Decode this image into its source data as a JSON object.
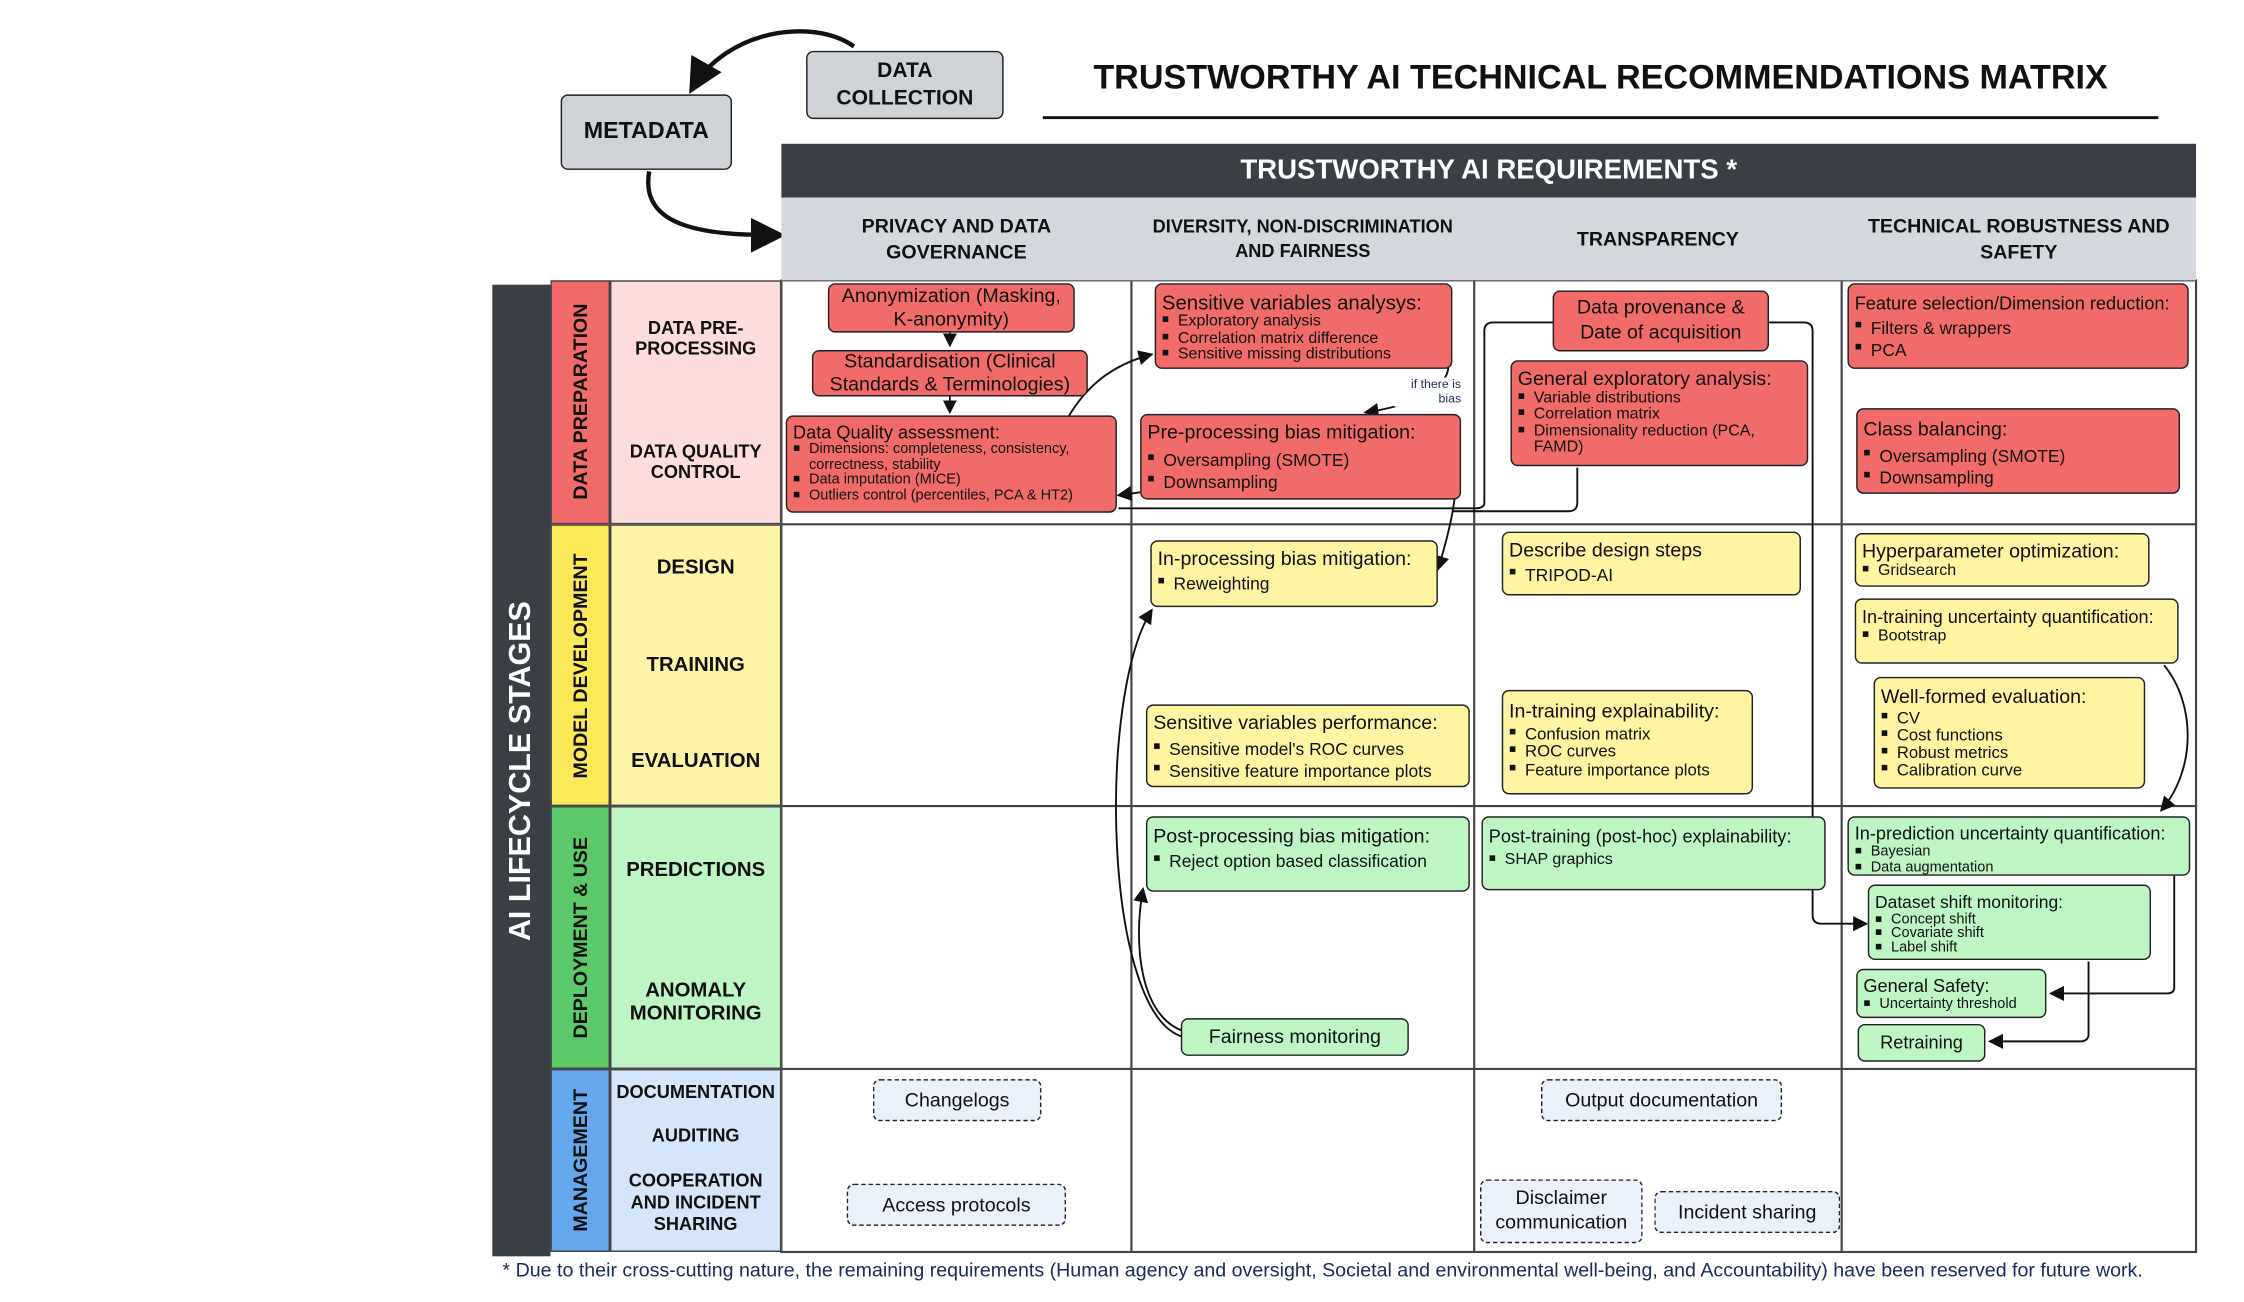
{
  "title": "TRUSTWORTHY AI TECHNICAL RECOMMENDATIONS MATRIX",
  "top_nodes": {
    "data_collection": "DATA\nCOLLECTION",
    "metadata": "METADATA"
  },
  "requirements_header": "TRUSTWORTHY AI REQUIREMENTS *",
  "columns": [
    "PRIVACY AND DATA GOVERNANCE",
    "DIVERSITY, NON-DISCRIMINATION AND FAIRNESS",
    "TRANSPARENCY",
    "TECHNICAL ROBUSTNESS AND SAFETY"
  ],
  "lifecycle_label": "AI LIFECYCLE STAGES",
  "stages": [
    {
      "name": "DATA PREPARATION",
      "color": "#f26b6b",
      "substeps": [
        "DATA PRE-\nPROCESSING",
        "DATA QUALITY\nCONTROL"
      ]
    },
    {
      "name": "MODEL DEVELOPMENT",
      "color": "#fce95a",
      "substeps": [
        "DESIGN",
        "TRAINING",
        "EVALUATION"
      ]
    },
    {
      "name": "DEPLOYMENT & USE",
      "color": "#5cc96a",
      "substeps": [
        "PREDICTIONS",
        "ANOMALY\nMONITORING"
      ]
    },
    {
      "name": "MANAGEMENT",
      "color": "#66a8ee",
      "substeps": [
        "DOCUMENTATION",
        "AUDITING",
        "COOPERATION\nAND INCIDENT\nSHARING"
      ]
    }
  ],
  "boxes": {
    "anonymization": {
      "title": "Anonymization (Masking,\nK-anonymity)"
    },
    "standardisation": {
      "title": "Standardisation (Clinical\nStandards & Terminologies)"
    },
    "data_quality": {
      "title": "Data Quality assessment:",
      "items": [
        "Dimensions: completeness, consistency, correctness, stability",
        "Data imputation (MICE)",
        "Outliers control (percentiles, PCA & HT2)"
      ]
    },
    "sensitive_analysis": {
      "title": "Sensitive variables analysys:",
      "items": [
        "Exploratory analysis",
        "Correlation matrix difference",
        "Sensitive missing distributions"
      ]
    },
    "preproc_bias": {
      "title": "Pre-processing bias mitigation:",
      "items": [
        "Oversampling (SMOTE)",
        "Downsampling"
      ]
    },
    "if_bias": "if there is\nbias",
    "provenance": {
      "title": "Data provenance &\nDate of acquisition"
    },
    "general_exploratory": {
      "title": "General exploratory analysis:",
      "items": [
        "Variable distributions",
        "Correlation matrix",
        "Dimensionality reduction (PCA, FAMD)"
      ]
    },
    "feature_selection": {
      "title": "Feature selection/Dimension reduction:",
      "items": [
        "Filters & wrappers",
        "PCA"
      ]
    },
    "class_balancing": {
      "title": "Class balancing:",
      "items": [
        "Oversampling (SMOTE)",
        "Downsampling"
      ]
    },
    "inproc_bias": {
      "title": "In-processing bias mitigation:",
      "items": [
        "Reweighting"
      ]
    },
    "sensitive_perf": {
      "title": "Sensitive variables performance:",
      "items": [
        "Sensitive model's ROC curves",
        "Sensitive feature importance plots"
      ]
    },
    "design_steps": {
      "title": "Describe design steps",
      "items": [
        "TRIPOD-AI"
      ]
    },
    "intraining_explain": {
      "title": "In-training explainability:",
      "items": [
        "Confusion matrix",
        "ROC curves",
        "Feature importance plots"
      ]
    },
    "hyperparam": {
      "title": "Hyperparameter optimization:",
      "items": [
        "Gridsearch"
      ]
    },
    "intraining_uq": {
      "title": "In-training uncertainty quantification:",
      "items": [
        "Bootstrap"
      ]
    },
    "wellformed_eval": {
      "title": "Well-formed evaluation:",
      "items": [
        "CV",
        "Cost functions",
        "Robust metrics",
        "Calibration curve"
      ]
    },
    "postproc_bias": {
      "title": "Post-processing bias mitigation:",
      "items": [
        "Reject option based classification"
      ]
    },
    "fairness_monitoring": {
      "title": "Fairness monitoring"
    },
    "posthoc_explain": {
      "title": "Post-training (post-hoc) explainability:",
      "items": [
        "SHAP graphics"
      ]
    },
    "inpred_uq": {
      "title": "In-prediction uncertainty quantification:",
      "items": [
        "Bayesian",
        "Data augmentation"
      ]
    },
    "dataset_shift": {
      "title": "Dataset shift monitoring:",
      "items": [
        "Concept shift",
        "Covariate shift",
        "Label shift"
      ]
    },
    "general_safety": {
      "title": "General Safety:",
      "items": [
        "Uncertainty threshold"
      ]
    },
    "retraining": {
      "title": "Retraining"
    },
    "changelogs": {
      "title": "Changelogs"
    },
    "access_protocols": {
      "title": "Access protocols"
    },
    "output_doc": {
      "title": "Output documentation"
    },
    "disclaimer": {
      "title": "Disclaimer\ncommunication"
    },
    "incident_sharing": {
      "title": "Incident sharing"
    }
  },
  "footnote": "* Due to their cross-cutting nature, the remaining requirements (Human agency and oversight, Societal and environmental well-being, and Accountability) have been reserved for future work."
}
